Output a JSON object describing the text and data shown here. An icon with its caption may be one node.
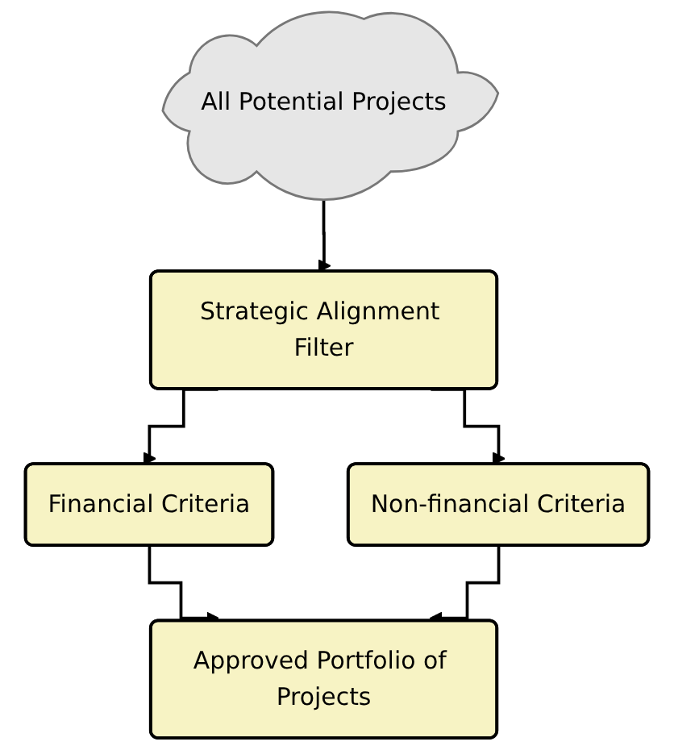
{
  "diagram": {
    "nodes": [
      {
        "text": [
          "All Potential Projects"
        ]
      },
      {
        "text": [
          "Strategic Alignment Filter"
        ]
      },
      {
        "text": [
          "Financial Criteria"
        ]
      },
      {
        "text": [
          "Non-financial Criteria"
        ]
      },
      {
        "text": [
          "Approved Portfolio of Projects"
        ]
      }
    ],
    "edges": [
      {
        "from": 0,
        "to": 1,
        "arrow": "to"
      },
      {
        "from": 1,
        "to": 2,
        "arrow": "to"
      },
      {
        "from": 1,
        "to": 3,
        "arrow": "to"
      },
      {
        "from": 2,
        "to": 4,
        "arrow": "to"
      },
      {
        "from": 3,
        "to": 4,
        "arrow": "to"
      }
    ]
  }
}
